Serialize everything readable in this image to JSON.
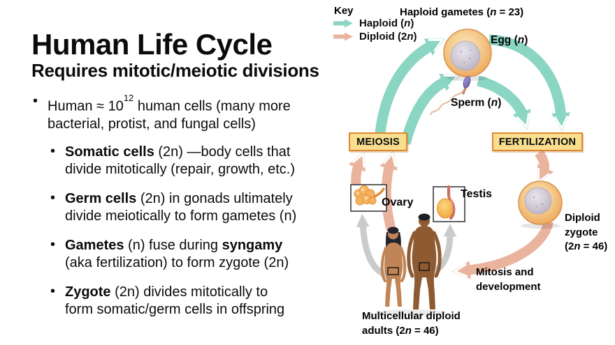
{
  "slide": {
    "title": "Human Life Cycle",
    "subtitle": "Requires mitotic/meiotic divisions",
    "bullets": {
      "b1": {
        "pre": "Human ≈ 10",
        "sup": "12",
        "post": " human cells (many more\nbacterial, protist, and fungal cells)"
      },
      "b2": {
        "bold": "Somatic cells",
        "rest": " (2n) —body cells that\ndivide mitotically (repair, growth, etc.)"
      },
      "b3": {
        "bold": "Germ cells",
        "rest": " (2n) in gonads ultimately\ndivide meiotically to form gametes (n)"
      },
      "b4": {
        "bold": "Gametes",
        "mid": " (n) fuse during ",
        "bold2": "syngamy",
        "rest": "\n(aka fertilization) to form zygote (2n)"
      },
      "b5": {
        "bold": "Zygote",
        "rest": " (2n) divides mitotically to\nform somatic/germ cells in offspring"
      }
    }
  },
  "diagram": {
    "key": {
      "title": "Key",
      "haploid": {
        "pre": "Haploid (",
        "n": "n",
        "post": ")"
      },
      "diploid": {
        "pre": "Diploid (2",
        "n": "n",
        "post": ")"
      }
    },
    "labels": {
      "haploid_gametes": {
        "pre": "Haploid gametes (",
        "n": "n",
        "post": " = 23)"
      },
      "egg": {
        "pre": "Egg (",
        "n": "n",
        "post": ")"
      },
      "sperm": {
        "pre": "Sperm (",
        "n": "n",
        "post": ")"
      },
      "meiosis": "MEIOSIS",
      "fertilization": "FERTILIZATION",
      "ovary": "Ovary",
      "testis": "Testis",
      "zygote_l1": "Diploid",
      "zygote_l2": "zygote",
      "zygote_l3": {
        "pre": "(2",
        "n": "n",
        "post": " = 46)"
      },
      "mitosis_l1": "Mitosis and",
      "mitosis_l2": "development",
      "adults_l1": "Multicellular diploid",
      "adults_l2": {
        "pre": "adults (2",
        "n": "n",
        "post": " = 46)"
      }
    },
    "colors": {
      "haploid_arrow": "#8BD5C3",
      "diploid_arrow": "#E9B39E",
      "gray_arrow": "#C9C9C9",
      "box_fill": "#F8DE8E",
      "box_border": "#E0862D"
    }
  }
}
